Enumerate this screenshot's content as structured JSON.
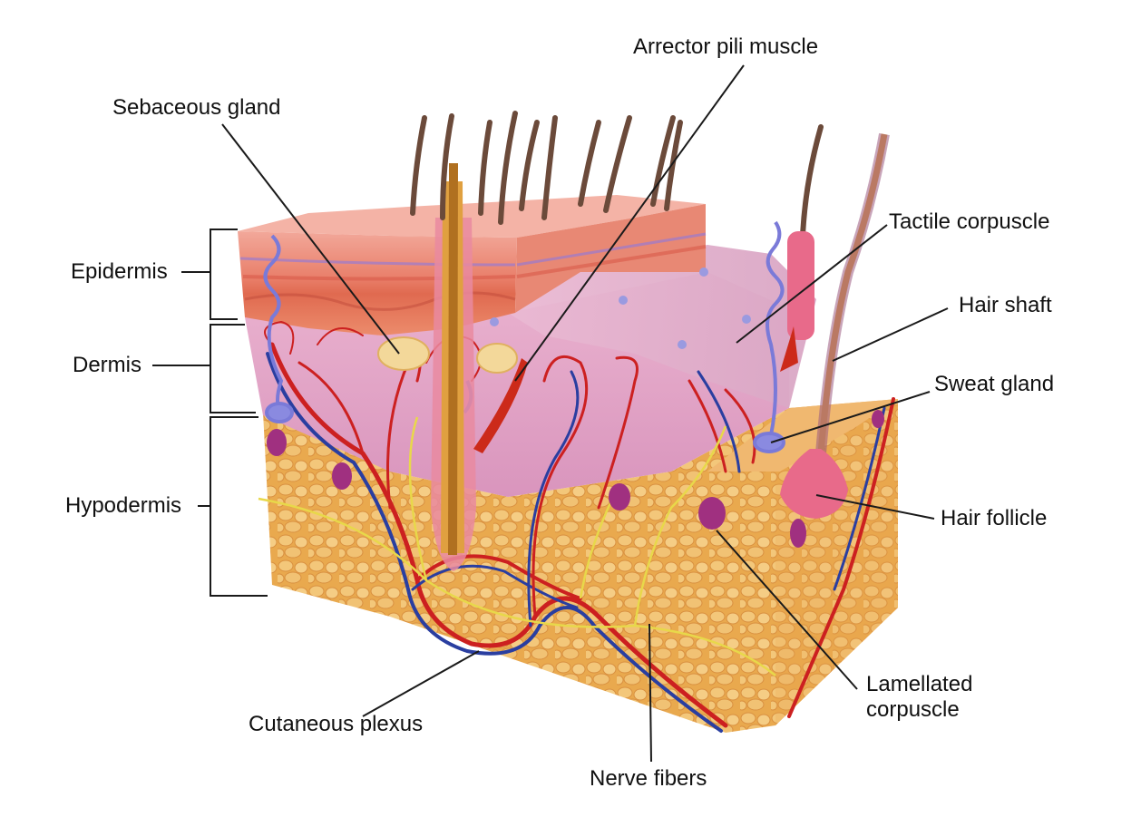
{
  "labels": {
    "epidermis": "Epidermis",
    "dermis": "Dermis",
    "hypodermis": "Hypodermis",
    "sebaceous_gland": "Sebaceous gland",
    "arrector_pili_muscle": "Arrector pili muscle",
    "tactile_corpuscle": "Tactile corpuscle",
    "hair_shaft": "Hair shaft",
    "sweat_gland": "Sweat gland",
    "hair_follicle": "Hair follicle",
    "lamellated_corpuscle_line1": "Lamellated",
    "lamellated_corpuscle_line2": "corpuscle",
    "cutaneous_plexus": "Cutaneous plexus",
    "nerve_fibers": "Nerve fibers"
  },
  "colors": {
    "epidermis": "#e88a7a",
    "epidermis_top": "#f0a898",
    "dermis": "#e3a6c6",
    "dermis_top": "#eab8d2",
    "hypodermis": "#e9a94e",
    "hypodermis_cells": "#f3c77a",
    "hair": "#6b4a3a",
    "artery": "#cc2020",
    "vein": "#2a3ea0",
    "nerve": "#e8d84a",
    "corpuscle": "#a03080",
    "follicle": "#e86a8a",
    "leader": "#1a1a1a"
  }
}
